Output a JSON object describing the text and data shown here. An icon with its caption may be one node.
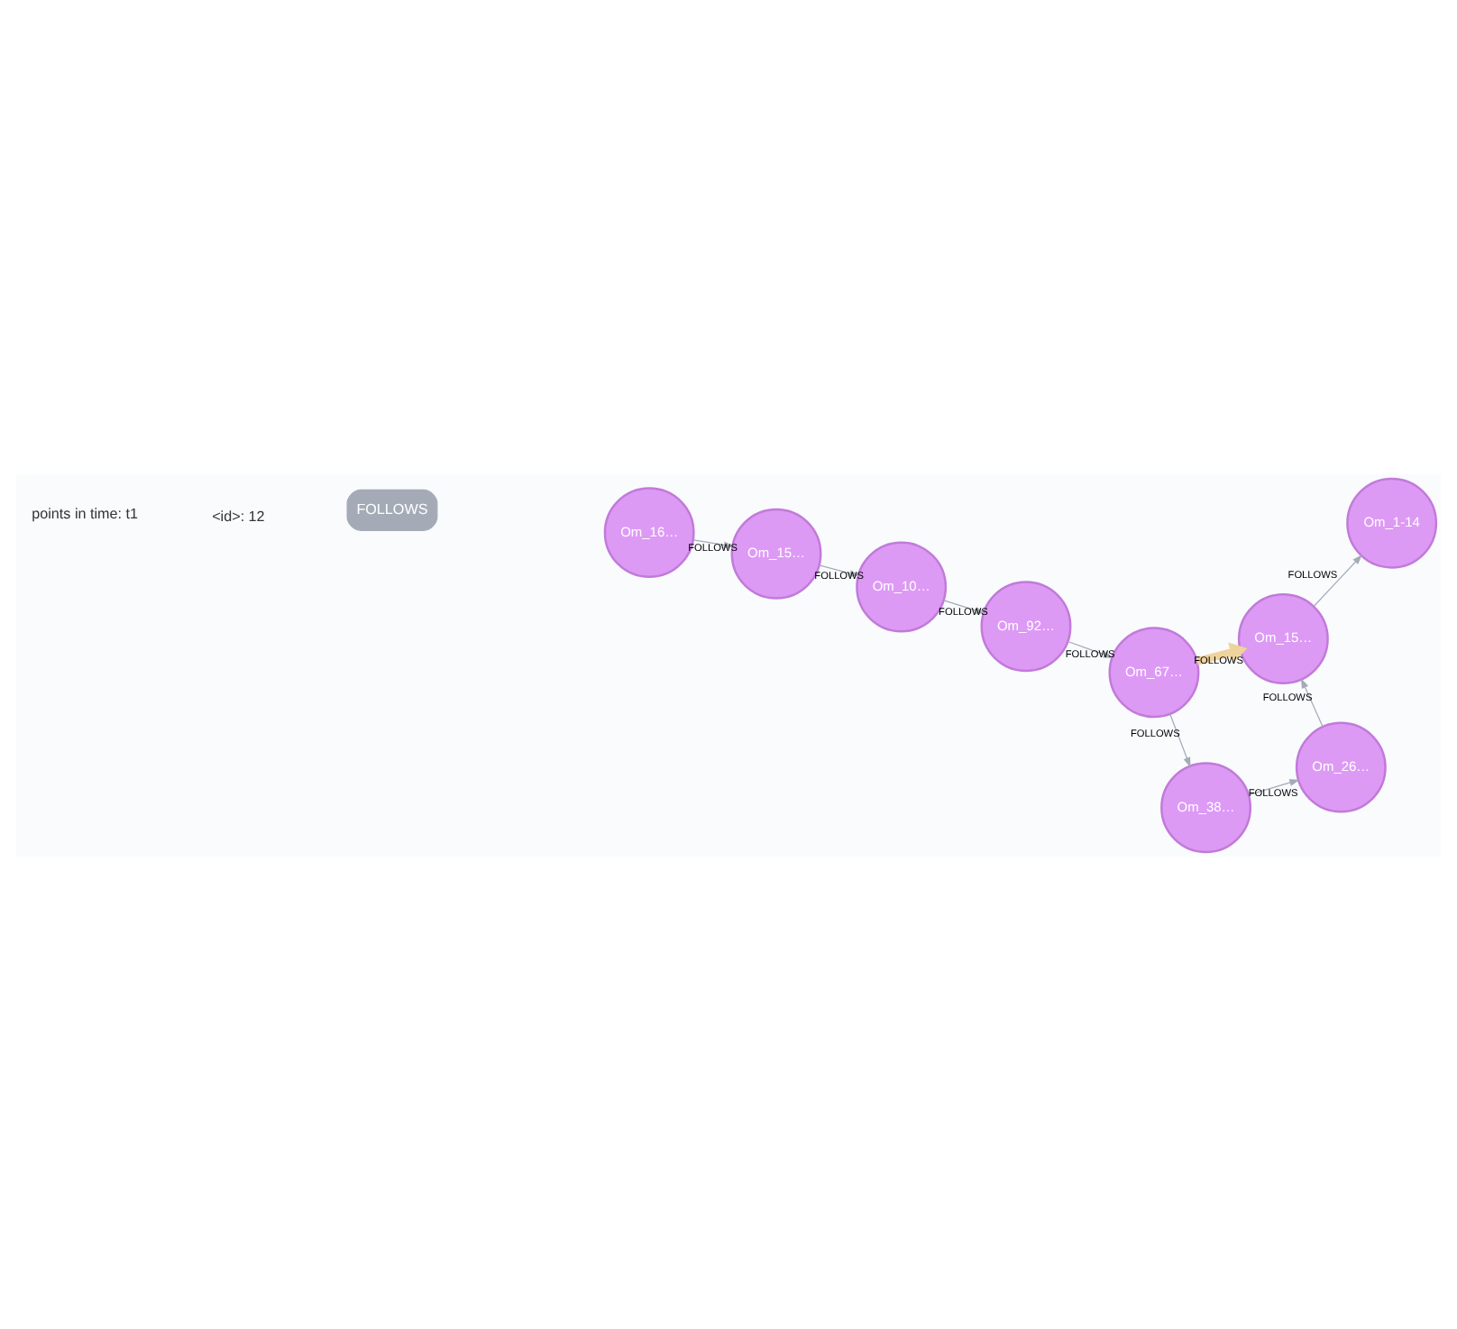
{
  "diagram": {
    "nodes": [
      {
        "text": [
          "Om_10…"
        ]
      },
      {
        "text": [
          "Om_92…"
        ]
      },
      {
        "text": [
          "Om_38…"
        ]
      },
      {
        "text": [
          "Om_15…"
        ]
      },
      {
        "text": [
          "Om_67…"
        ]
      },
      {
        "text": [
          "Om_26…"
        ]
      },
      {
        "text": [
          "Om_16…"
        ]
      },
      {
        "text": [
          "Om_15…"
        ]
      },
      {
        "text": [
          "Om_1-14"
        ]
      }
    ],
    "edges": [
      {
        "from": 6,
        "to": 3,
        "arrow": "to",
        "label": "FOLLOWS"
      },
      {
        "from": 3,
        "to": 0,
        "arrow": "to",
        "label": "FOLLOWS"
      },
      {
        "from": 0,
        "to": 1,
        "arrow": "to",
        "label": "FOLLOWS"
      },
      {
        "from": 1,
        "to": 4,
        "arrow": "to",
        "label": "FOLLOWS"
      },
      {
        "from": 4,
        "to": 2,
        "arrow": "to",
        "label": "FOLLOWS"
      },
      {
        "from": 2,
        "to": 5,
        "arrow": "to",
        "label": "FOLLOWS"
      },
      {
        "from": 5,
        "to": 7,
        "arrow": "to",
        "label": "FOLLOWS"
      },
      {
        "from": 4,
        "to": 7,
        "arrow": "to",
        "label": "FOLLOWS",
        "style": "thick"
      },
      {
        "from": 7,
        "to": 8,
        "arrow": "to",
        "label": "FOLLOWS"
      }
    ],
    "labels": [
      "FOLLOWS",
      "<id>: 12",
      "points in time: t1"
    ]
  }
}
